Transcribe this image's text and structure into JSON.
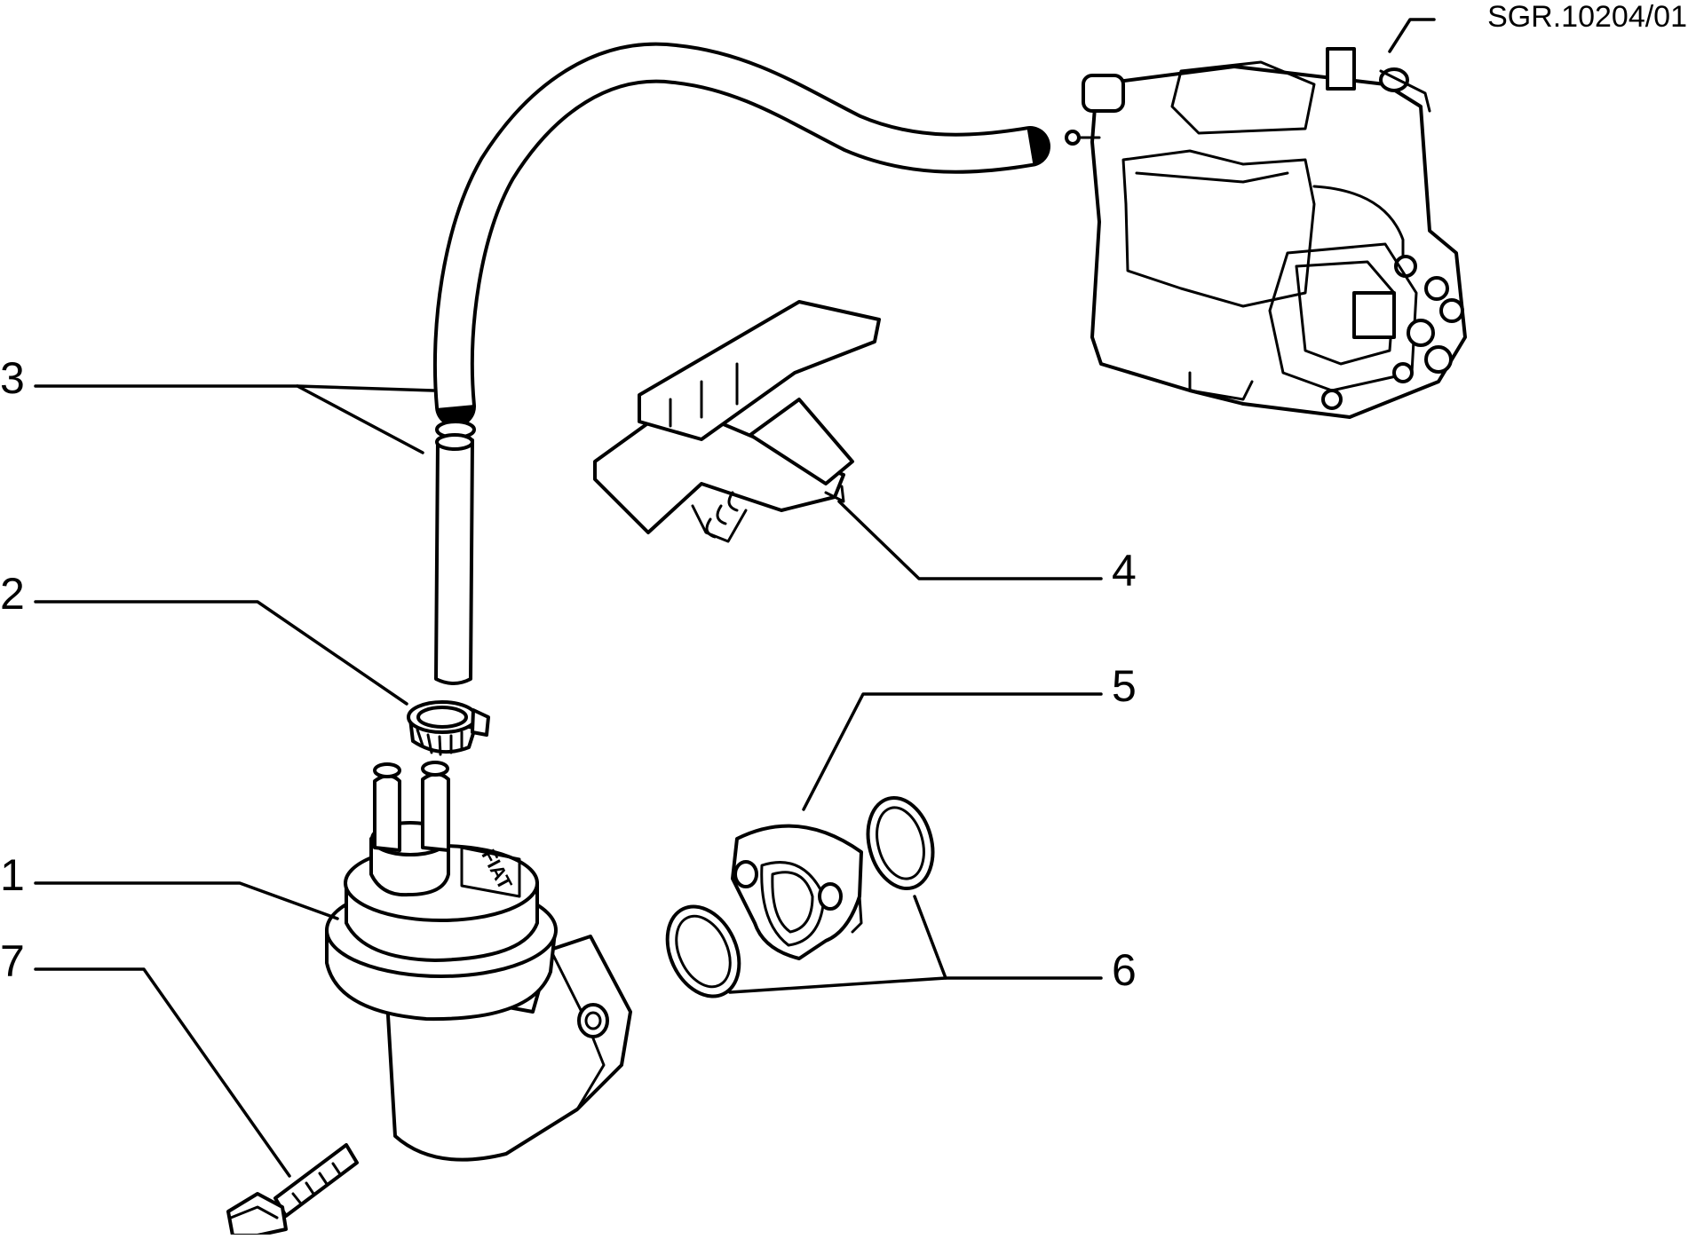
{
  "drawing": {
    "reference": "SGR.10204/01",
    "callouts": [
      "1",
      "2",
      "3",
      "4",
      "5",
      "6",
      "7"
    ],
    "pump_logo": "FIAT"
  }
}
